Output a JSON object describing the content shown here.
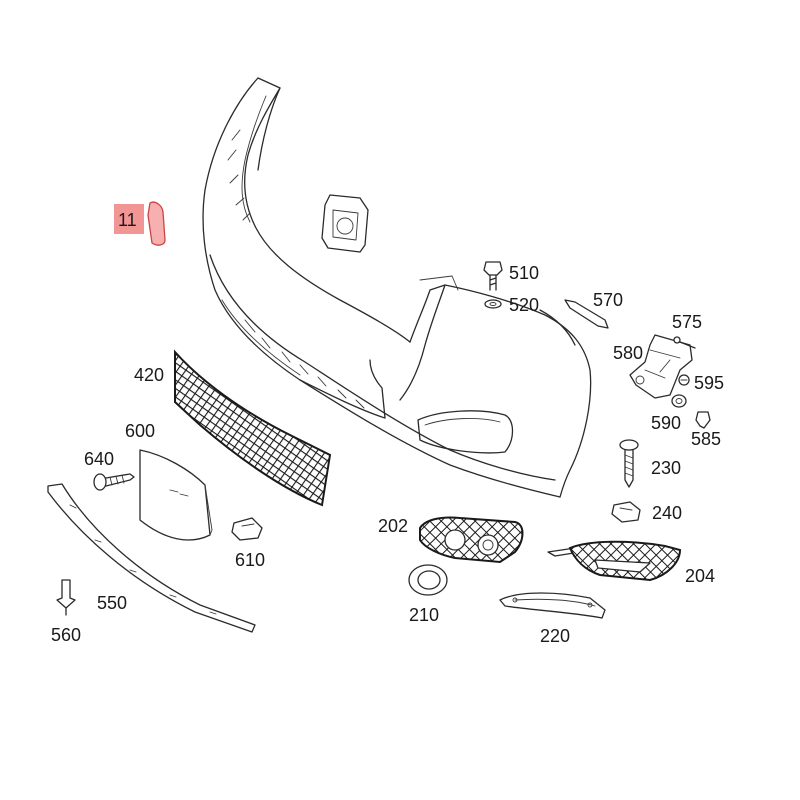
{
  "highlight_color": "#f08a8a",
  "callouts": {
    "p11": "11",
    "p510": "510",
    "p520": "520",
    "p570": "570",
    "p575": "575",
    "p580": "580",
    "p595": "595",
    "p590": "590",
    "p585": "585",
    "p230": "230",
    "p240": "240",
    "p420": "420",
    "p600": "600",
    "p640": "640",
    "p610": "610",
    "p202": "202",
    "p204": "204",
    "p210": "210",
    "p220": "220",
    "p550": "550",
    "p560": "560"
  }
}
